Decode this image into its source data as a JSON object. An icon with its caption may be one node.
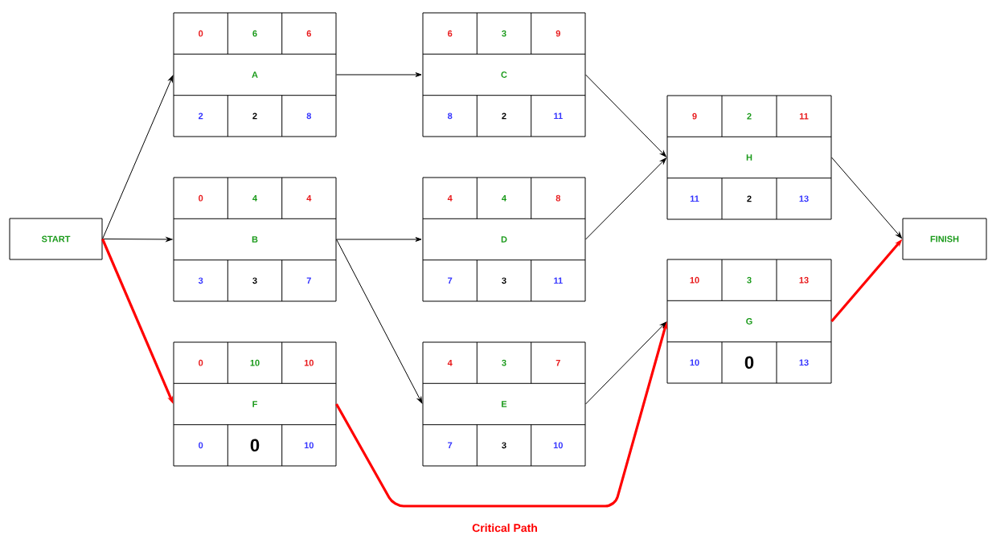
{
  "diagram": {
    "nodes": [
      {
        "text": [
          "START"
        ]
      },
      {
        "text": [
          "0",
          "6",
          "6",
          "A",
          "2",
          "2",
          "8"
        ]
      },
      {
        "text": [
          "0",
          "4",
          "4",
          "B",
          "3",
          "3",
          "7"
        ]
      },
      {
        "text": [
          "0",
          "10",
          "10",
          "F",
          "0",
          "0",
          "10"
        ]
      },
      {
        "text": [
          "6",
          "3",
          "9",
          "C",
          "8",
          "2",
          "11"
        ]
      },
      {
        "text": [
          "4",
          "4",
          "8",
          "D",
          "7",
          "3",
          "11"
        ]
      },
      {
        "text": [
          "4",
          "3",
          "7",
          "E",
          "7",
          "3",
          "10"
        ]
      },
      {
        "text": [
          "9",
          "2",
          "11",
          "H",
          "11",
          "2",
          "13"
        ]
      },
      {
        "text": [
          "10",
          "3",
          "13",
          "G",
          "10",
          "0",
          "13"
        ]
      },
      {
        "text": [
          "FINISH"
        ]
      }
    ],
    "edges": [
      {
        "from": 0,
        "to": 1,
        "arrow": "to"
      },
      {
        "from": 0,
        "to": 2,
        "arrow": "to"
      },
      {
        "from": 0,
        "to": 3,
        "arrow": "to",
        "style": "thick",
        "color": "#ff0000"
      },
      {
        "from": 1,
        "to": 4,
        "arrow": "to"
      },
      {
        "from": 2,
        "to": 5,
        "arrow": "to"
      },
      {
        "from": 2,
        "to": 6,
        "arrow": "to"
      },
      {
        "from": 3,
        "to": 8,
        "arrow": "to",
        "style": "thick",
        "color": "#ff0000",
        "label": "Critical Path"
      },
      {
        "from": 4,
        "to": 7,
        "arrow": "to"
      },
      {
        "from": 5,
        "to": 7,
        "arrow": "to"
      },
      {
        "from": 6,
        "to": 8,
        "arrow": "to"
      },
      {
        "from": 7,
        "to": 9,
        "arrow": "to"
      },
      {
        "from": 8,
        "to": 9,
        "arrow": "to",
        "style": "thick",
        "color": "#ff0000"
      }
    ]
  }
}
